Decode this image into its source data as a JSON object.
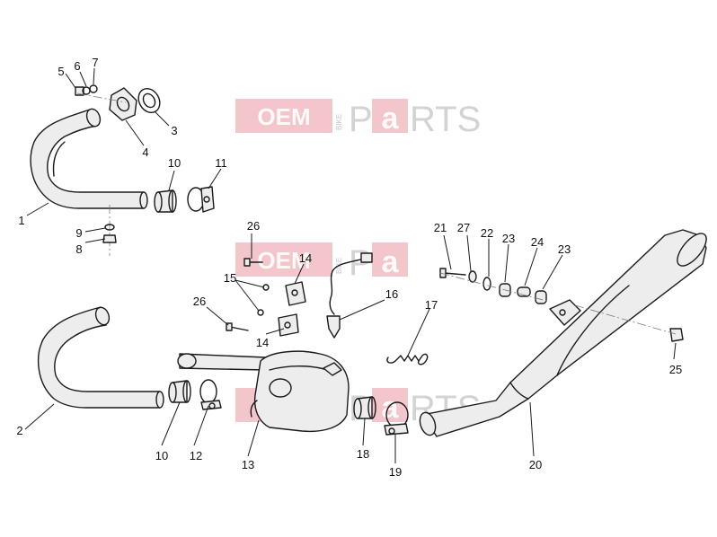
{
  "diagram": {
    "kind": "exploded parts diagram",
    "callouts": [
      "1",
      "2",
      "3",
      "4",
      "5",
      "6",
      "7",
      "8",
      "9",
      "10",
      "10",
      "11",
      "12",
      "13",
      "14",
      "14",
      "15",
      "16",
      "17",
      "18",
      "19",
      "20",
      "21",
      "22",
      "23",
      "23",
      "24",
      "25",
      "26",
      "26",
      "27"
    ]
  },
  "watermark": {
    "oem": "OEM",
    "bike": "BIKE",
    "parts_p": "P",
    "parts_a": "a",
    "parts_rts": "RTS",
    "color": "#e8979e"
  },
  "colors": {
    "line": "#1a1a1a",
    "fill": "#ededed"
  }
}
